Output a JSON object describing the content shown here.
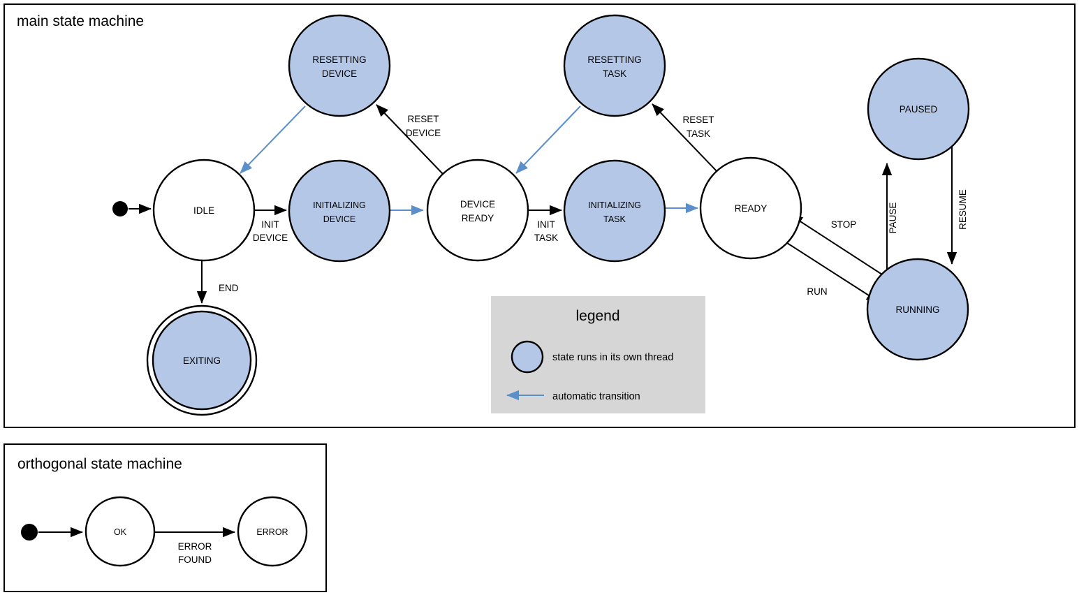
{
  "colors": {
    "thread_state_fill": "#b4c7e7",
    "plain_state_fill": "#ffffff",
    "stroke": "#000000",
    "auto_transition": "#5b8fc9",
    "legend_bg": "#d6d6d6",
    "page_bg": "#ffffff"
  },
  "main_machine": {
    "title": "main state machine",
    "states": {
      "idle": "IDLE",
      "resetting_device": "RESETTING\nDEVICE",
      "resetting_device_line1": "RESETTING",
      "resetting_device_line2": "DEVICE",
      "initializing_device_line1": "INITIALIZING",
      "initializing_device_line2": "DEVICE",
      "device_ready_line1": "DEVICE",
      "device_ready_line2": "READY",
      "resetting_task_line1": "RESETTING",
      "resetting_task_line2": "TASK",
      "initializing_task_line1": "INITIALIZING",
      "initializing_task_line2": "TASK",
      "ready": "READY",
      "paused": "PAUSED",
      "running": "RUNNING",
      "exiting": "EXITING"
    },
    "transitions": {
      "init_device_line1": "INIT",
      "init_device_line2": "DEVICE",
      "reset_device_line1": "RESET",
      "reset_device_line2": "DEVICE",
      "init_task_line1": "INIT",
      "init_task_line2": "TASK",
      "reset_task_line1": "RESET",
      "reset_task_line2": "TASK",
      "end": "END",
      "stop": "STOP",
      "run": "RUN",
      "pause": "PAUSE",
      "resume": "RESUME"
    }
  },
  "legend": {
    "title": "legend",
    "thread_item": "state runs in its own thread",
    "auto_item": "automatic transition"
  },
  "orthogonal_machine": {
    "title": "orthogonal state machine",
    "states": {
      "ok": "OK",
      "error": "ERROR"
    },
    "transitions": {
      "error_found_line1": "ERROR",
      "error_found_line2": "FOUND"
    }
  }
}
